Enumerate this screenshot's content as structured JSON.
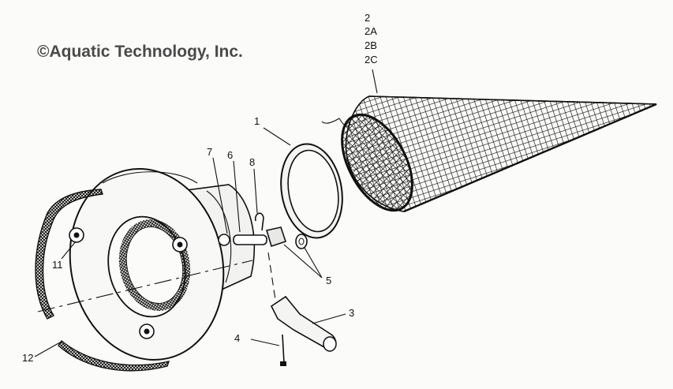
{
  "watermark": "©Aquatic Technology, Inc.",
  "callouts": {
    "c1": "1",
    "c2": "2",
    "c2a": "2A",
    "c2b": "2B",
    "c2c": "2C",
    "c3": "3",
    "c4": "4",
    "c5": "5",
    "c6": "6",
    "c7": "7",
    "c8": "8",
    "c11": "11",
    "c12": "12"
  }
}
